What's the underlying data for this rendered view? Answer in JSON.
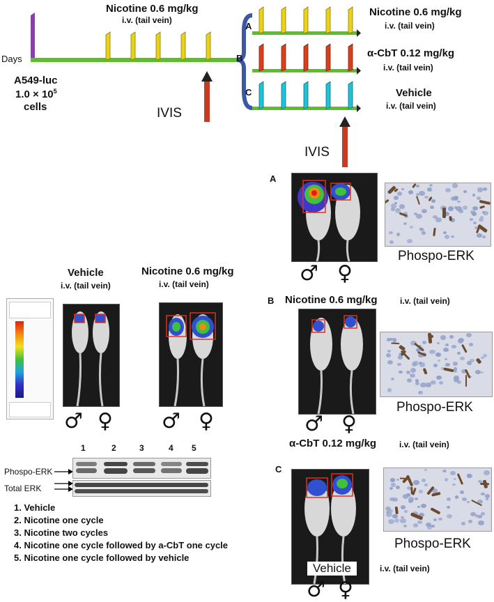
{
  "timeline": {
    "days_label": "Days",
    "cell_line": "A549-luc",
    "cell_count": "1.0 × 10",
    "cell_count_exp": "5",
    "cells_label": "cells",
    "phase1_line1": "Nicotine 0.6 mg/kg",
    "phase1_line2": "i.v. (tail vein)",
    "ivis_label": "IVIS",
    "groups": [
      {
        "letter": "A",
        "line1": "Nicotine 0.6 mg/kg",
        "line2": "i.v. (tail vein)",
        "color": "#e8d21a"
      },
      {
        "letter": "B",
        "line1": "α-CbT 0.12 mg/kg",
        "line2": "i.v. (tail vein)",
        "color": "#d8401e"
      },
      {
        "letter": "C",
        "line1": "Vehicle",
        "line2": "i.v. (tail vein)",
        "color": "#1ec4d6"
      }
    ],
    "axis_color": "#5cbf2a",
    "start_color": "#8a3fb0",
    "ivis_color": "#c83a22"
  },
  "left": {
    "vehicle_title": "Vehicle",
    "vehicle_route": "i.v. (tail vein)",
    "nicotine_title": "Nicotine 0.6 mg/kg",
    "nicotine_route": "i.v. (tail vein)",
    "male": "♂",
    "female": "♀",
    "lanes": [
      "1",
      "2",
      "3",
      "4",
      "5"
    ],
    "phospho_label": "Phospo-ERK",
    "total_label": "Total ERK",
    "legend": [
      "1.   Vehicle",
      "2.   Nicotine one cycle",
      "3.   Nicotine two cycles",
      "4.   Nicotine one cycle followed by a-CbT one cycle",
      "5.   Nicotine one cycle followed by vehicle"
    ]
  },
  "right": {
    "panel_a": "A",
    "panel_b": "B",
    "panel_c": "C",
    "b_title": "Nicotine 0.6 mg/kg",
    "b_route": "i.v. (tail vein)",
    "b_sub": "α-CbT 0.12 mg/kg",
    "b_sub_route": "i.v. (tail vein)",
    "vehicle_label": "Vehicle",
    "c_route": "i.v. (tail vein)",
    "stain_label": "Phospo-ERK",
    "male": "♂",
    "female": "♀"
  }
}
